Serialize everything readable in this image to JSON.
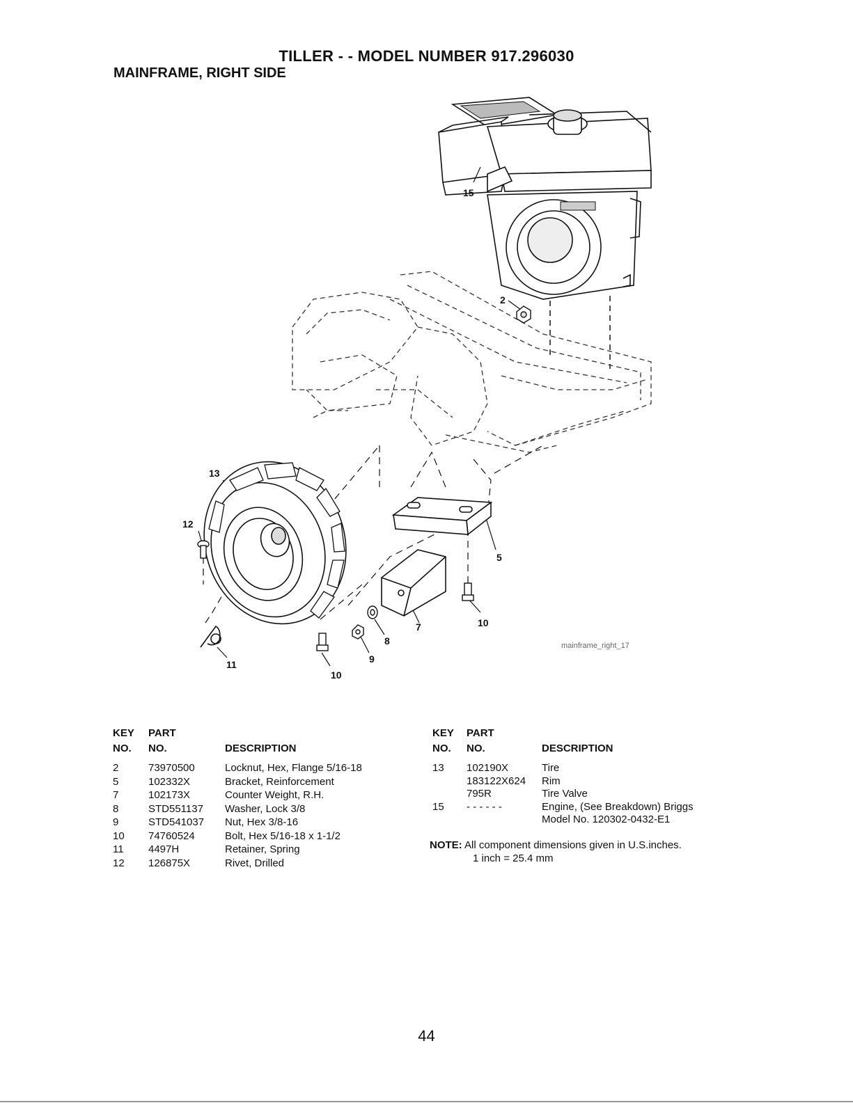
{
  "page": {
    "title": "TILLER - - MODEL NUMBER 917.296030",
    "subtitle": "MAINFRAME, RIGHT SIDE",
    "page_number": "44"
  },
  "diagram": {
    "caption": "mainframe_right_17",
    "callouts": [
      "15",
      "2",
      "13",
      "12",
      "5",
      "10",
      "7",
      "8",
      "9",
      "11",
      "10"
    ]
  },
  "table_headers": {
    "key": "KEY",
    "no1": "NO.",
    "part": "PART",
    "no2": "NO.",
    "description": "DESCRIPTION"
  },
  "parts_left": [
    {
      "key": "2",
      "part": "73970500",
      "desc": "Locknut, Hex, Flange 5/16-18"
    },
    {
      "key": "5",
      "part": "102332X",
      "desc": "Bracket, Reinforcement"
    },
    {
      "key": "7",
      "part": "102173X",
      "desc": "Counter Weight, R.H."
    },
    {
      "key": "8",
      "part": "STD551137",
      "desc": "Washer, Lock 3/8"
    },
    {
      "key": "9",
      "part": "STD541037",
      "desc": "Nut, Hex 3/8-16"
    },
    {
      "key": "10",
      "part": "74760524",
      "desc": "Bolt, Hex 5/16-18 x 1-1/2"
    },
    {
      "key": "11",
      "part": "4497H",
      "desc": "Retainer, Spring"
    },
    {
      "key": "12",
      "part": "126875X",
      "desc": "Rivet, Drilled"
    }
  ],
  "parts_right": [
    {
      "key": "13",
      "part": "102190X",
      "desc": "Tire"
    },
    {
      "key": "",
      "part": "183122X624",
      "desc": "Rim"
    },
    {
      "key": "",
      "part": "795R",
      "desc": "Tire Valve"
    },
    {
      "key": "15",
      "part": "- - - - - -",
      "desc": "Engine, (See Breakdown) Briggs"
    },
    {
      "key": "",
      "part": "",
      "desc": "Model No. 120302-0432-E1"
    }
  ],
  "note": {
    "label": "NOTE:",
    "text": "All component dimensions given in U.S.inches.",
    "conversion": "1 inch = 25.4 mm"
  }
}
